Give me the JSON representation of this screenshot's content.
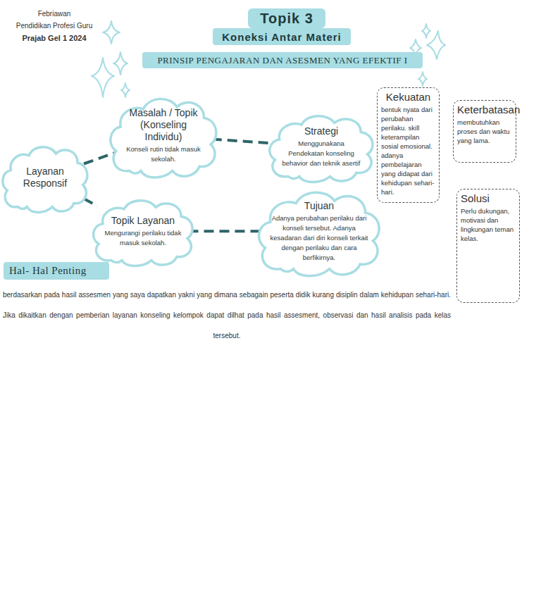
{
  "diagram": {
    "title": "Topik 3",
    "nodes": [
      {
        "text": [
          "Koneksi Antar Materi"
        ]
      },
      {
        "text": [
          "PRINSIP PENGAJARAN DAN ASESMEN YANG EFEKTIF I"
        ]
      },
      {
        "text": [
          "Layanan Responsif"
        ]
      },
      {
        "text": [
          "Masalah / Topik (Konseling Individu)",
          "Konseli rutin tidak masuk sekolah."
        ]
      },
      {
        "text": [
          "Topik Layanan",
          "Mengurangi perilaku tidak masuk sekolah."
        ]
      },
      {
        "text": [
          "Strategi",
          "Menggunakana Pendekatan konseling behavior dan teknik asertif"
        ]
      },
      {
        "text": [
          "Tujuan",
          "Adanya perubahan perilaku dari konseli tersebut. Adanya kesadaran dari diri konseli terkait dengan perilaku dan cara berfikirnya."
        ]
      },
      {
        "text": [
          "Kekuatan",
          "bentuk nyata dari perubahan perilaku. skill keterampilan sosial emosional. adanya pembelajaran yang didapat dari kehidupan sehari-hari."
        ]
      },
      {
        "text": [
          "Keterbatasan",
          "membutuhkan proses dan waktu yang lama."
        ]
      },
      {
        "text": [
          "Solusi",
          "Perlu dukungan, motivasi dan lingkungan teman kelas."
        ]
      },
      {
        "text": [
          "Hal- Hal Penting"
        ]
      }
    ],
    "edges": [
      {
        "from": 2,
        "to": 3,
        "arrow": "none"
      },
      {
        "from": 3,
        "to": 5,
        "arrow": "none"
      },
      {
        "from": 2,
        "to": 4,
        "arrow": "none"
      },
      {
        "from": 4,
        "to": 6,
        "arrow": "none"
      }
    ],
    "labels": [
      "Febriawan",
      "Pendidikan Profesi Guru",
      "Prajab Gel 1 2024",
      "berdasarkan pada hasil assesmen yang saya dapatkan yakni yang dimana sebagain peserta didik kurang disiplin dalam kehidupan sehari-hari. Jika dikaitkan dengan pemberian layanan konseling kelompok dapat dilhat pada hasil assesment, observasi dan hasil analisis pada kelas tersebut."
    ]
  }
}
